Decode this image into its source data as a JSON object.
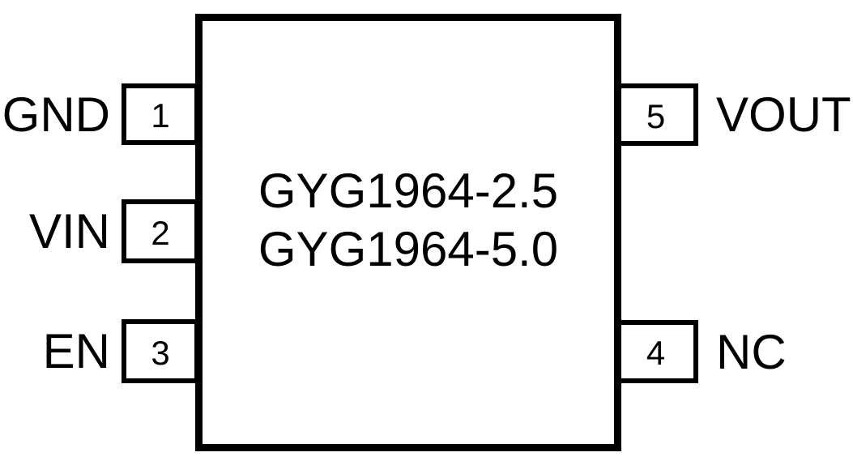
{
  "figure": {
    "type": "ic-pinout-diagram",
    "part_title_lines": [
      "GYG1964-2.5",
      "GYG1964-5.0"
    ],
    "colors": {
      "line": "#000000",
      "background": "#ffffff"
    },
    "pins": [
      {
        "number": "1",
        "label": "GND",
        "side": "left"
      },
      {
        "number": "2",
        "label": "VIN",
        "side": "left"
      },
      {
        "number": "3",
        "label": "EN",
        "side": "left"
      },
      {
        "number": "4",
        "label": "NC",
        "side": "right"
      },
      {
        "number": "5",
        "label": "VOUT",
        "side": "right"
      }
    ]
  }
}
